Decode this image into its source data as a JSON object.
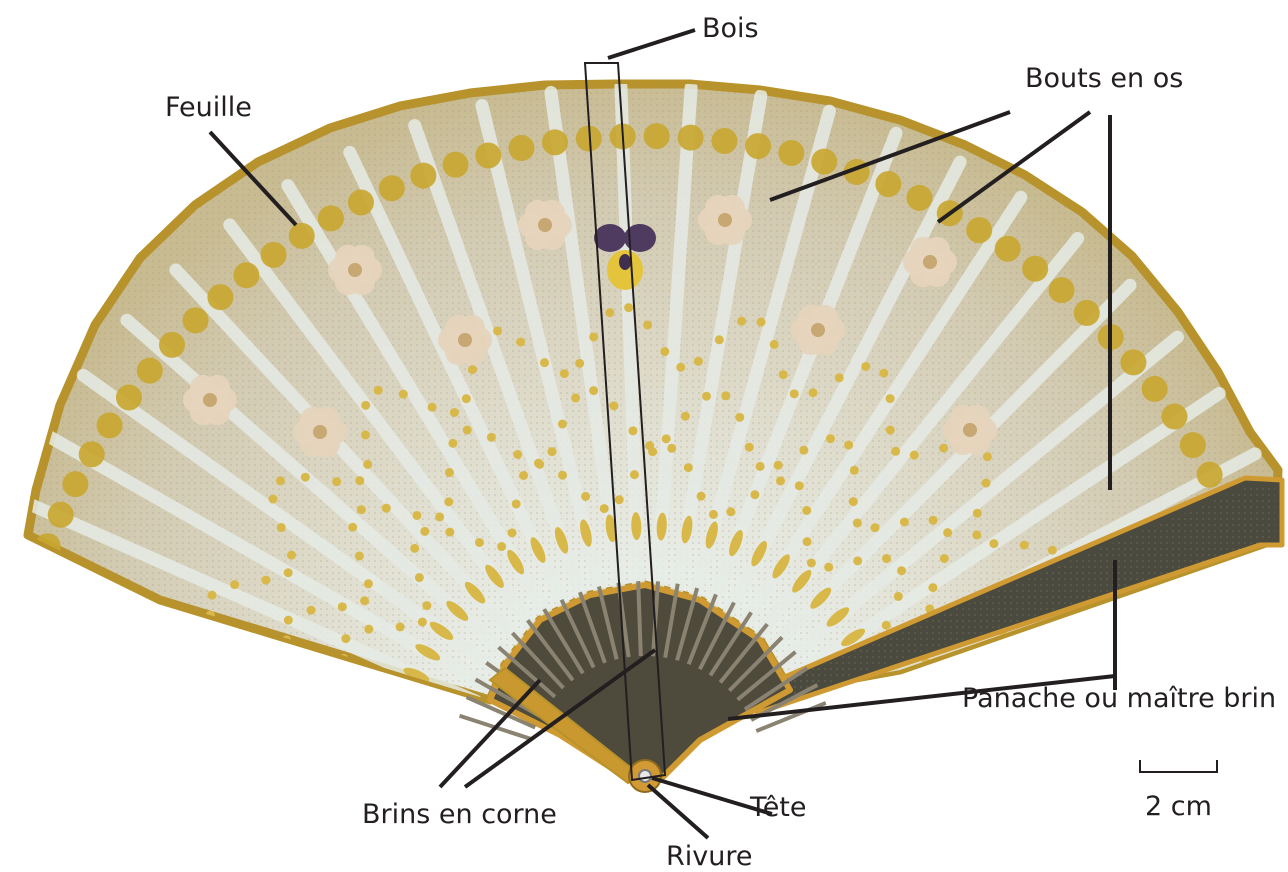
{
  "labels": {
    "bois": "Bois",
    "feuille": "Feuille",
    "bouts_en_os": "Bouts en os",
    "panache": "Panache ou maître brin",
    "brins_en_corne": "Brins en corne",
    "tete": "Tête",
    "rivure": "Rivure",
    "scale": "2 cm"
  },
  "colors": {
    "leaf_gold": "#c9a62e",
    "leaf_edge": "#b8922a",
    "mesh": "#d7d0bd",
    "ribs": "#e6ebe6",
    "horn": "#4e4a3c",
    "guard": "#cf9a32",
    "sequin": "#d9b84a",
    "flower": "#e6d4bc",
    "label": "#231f20"
  }
}
